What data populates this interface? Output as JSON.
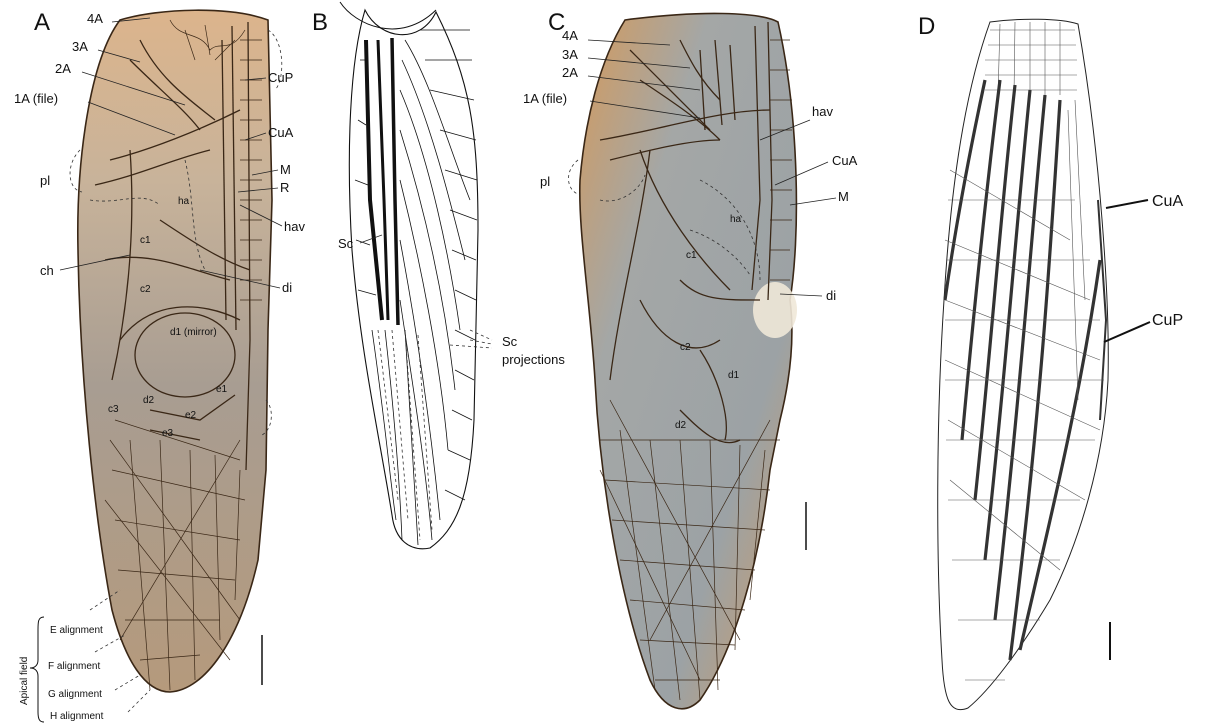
{
  "panels": {
    "A": {
      "letter": "A",
      "labels": {
        "a4": "4A",
        "a3": "3A",
        "a2": "2A",
        "a1": "1A (file)",
        "cup": "CuP",
        "cua": "CuA",
        "m": "M",
        "r": "R",
        "hav": "hav",
        "pl": "pl",
        "ha": "ha",
        "c1": "c1",
        "ch": "ch",
        "c2": "c2",
        "di": "di",
        "d1": "d1 (mirror)",
        "d2": "d2",
        "e1": "e1",
        "e2": "e2",
        "e3": "e3",
        "c3": "c3"
      },
      "apical": {
        "field": "Apical field",
        "e": "E alignment",
        "f": "F alignment",
        "g": "G alignment",
        "h": "H alignment"
      }
    },
    "B": {
      "letter": "B",
      "labels": {
        "sc": "Sc",
        "sc_proj_1": "Sc",
        "sc_proj_2": "projections"
      }
    },
    "C": {
      "letter": "C",
      "labels": {
        "a4": "4A",
        "a3": "3A",
        "a2": "2A",
        "a1": "1A (file)",
        "hav": "hav",
        "cua": "CuA",
        "pl": "pl",
        "m": "M",
        "ha": "ha",
        "c1": "c1",
        "di": "di",
        "c2": "c2",
        "d1": "d1",
        "d2": "d2"
      }
    },
    "D": {
      "letter": "D",
      "labels": {
        "cua": "CuA",
        "cup": "CuP"
      }
    }
  },
  "colors": {
    "wing_fill_top": "#d9b08a",
    "wing_fill_mid": "#b8a38c",
    "wing_fill_grey": "#9ea3a6",
    "vein": "#3a2716",
    "line": "#111111"
  }
}
